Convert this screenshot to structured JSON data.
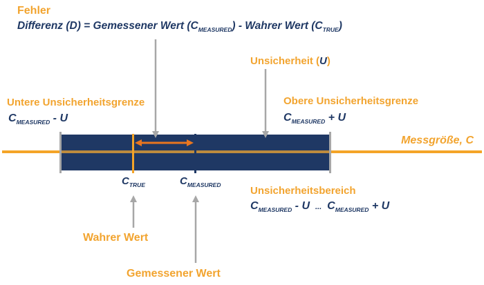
{
  "colors": {
    "navy": "#1F3864",
    "orange": "#F2A42F",
    "axis_orange": "#F4A428",
    "axis_orange_muted": "#BD8B3E",
    "arrow_orange": "#E8761F",
    "arrow_gray": "#A7A7A7",
    "background": "#FFFFFF"
  },
  "error": {
    "title": "Fehler",
    "formula": {
      "p1": "Differenz (D) = Gemessener Wert (C",
      "s1": "MEASURED",
      "p2": ") - Wahrer Wert (C",
      "s2": "TRUE",
      "p3": ")"
    }
  },
  "uncertainty": {
    "p1": "Unsicherheit (",
    "u": "U",
    "p2": ")"
  },
  "lower_limit": {
    "title": "Untere Unsicherheitsgrenze",
    "formula": {
      "c": "C",
      "sub": "MEASURED",
      "rest": " - U"
    }
  },
  "upper_limit": {
    "title": "Obere Unsicherheitsgrenze",
    "formula": {
      "c": "C",
      "sub": "MEASURED",
      "rest": " + U"
    }
  },
  "axis": {
    "label": "Messgröße, C"
  },
  "ticks": {
    "true_value": {
      "c": "C",
      "sub": "TRUE"
    },
    "measured_value": {
      "c": "C",
      "sub": "MEASURED"
    }
  },
  "uncertainty_range": {
    "title": "Unsicherheitsbereich",
    "formula": {
      "c1": "C",
      "sub1": "MEASURED",
      "mid1": " - U",
      "dots": "...",
      "c2": "C",
      "sub2": "MEASURED",
      "mid2": " + U"
    }
  },
  "callouts": {
    "true_value": "Wahrer Wert",
    "measured_value": "Gemessener Wert"
  }
}
